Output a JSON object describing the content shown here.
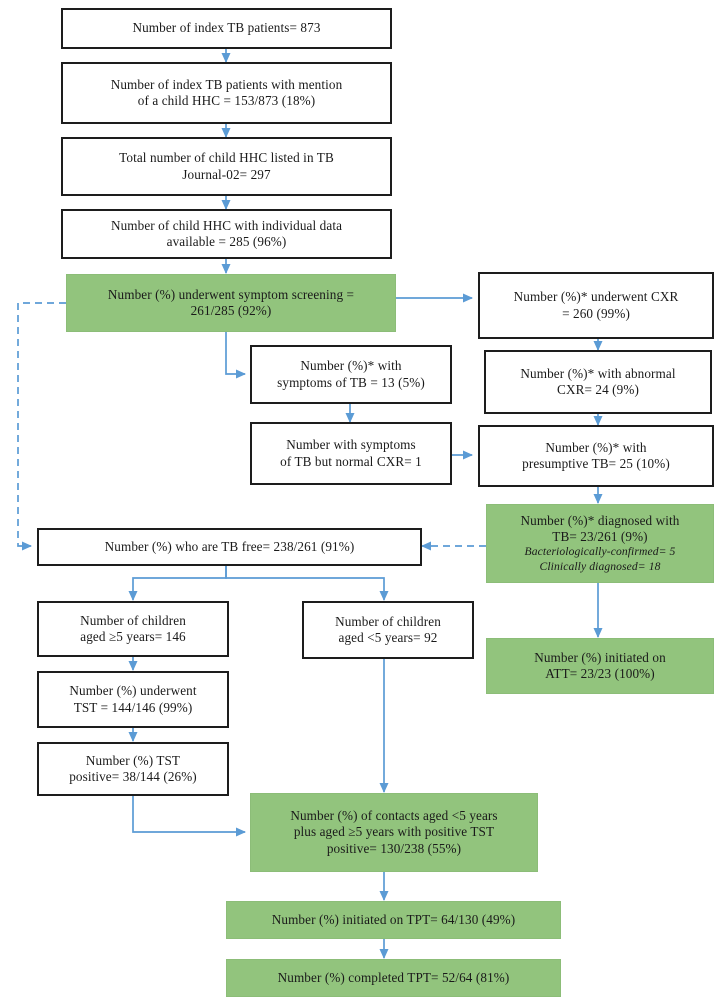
{
  "figure": {
    "type": "flowchart",
    "title": "Child household contact (HHC) TB screening and preventive therapy cascade",
    "colors": {
      "green_fill": "#92c47d",
      "white_fill": "#ffffff",
      "box_border": "#1d1d1d",
      "arrow": "#5b9bd5",
      "text": "#1a1a1a"
    }
  },
  "nodes": {
    "index_patients": {
      "lines": [
        "Number of index TB patients= 873"
      ],
      "style": "white"
    },
    "index_with_child_hhc": {
      "lines": [
        "Number of index TB patients with mention",
        "of a child HHC = 153/873 (18%)"
      ],
      "style": "white"
    },
    "total_child_hhc_listed": {
      "lines": [
        "Total number of child HHC listed in TB",
        "Journal-02= 297"
      ],
      "style": "white"
    },
    "child_hhc_individual_data": {
      "lines": [
        "Number of child HHC with individual data",
        "available = 285 (96%)"
      ],
      "style": "white"
    },
    "symptom_screening": {
      "lines": [
        "Number (%) underwent symptom screening =",
        "261/285 (92%)"
      ],
      "style": "green"
    },
    "underwent_cxr": {
      "lines": [
        "Number (%)* underwent CXR",
        "= 260 (99%)"
      ],
      "style": "white"
    },
    "symptoms_of_tb": {
      "lines": [
        "Number (%)* with",
        "symptoms of TB = 13 (5%)"
      ],
      "style": "white"
    },
    "abnormal_cxr": {
      "lines": [
        "Number (%)* with abnormal",
        "CXR= 24 (9%)"
      ],
      "style": "white"
    },
    "symptoms_normal_cxr": {
      "lines": [
        "Number with symptoms",
        "of TB but normal CXR= 1"
      ],
      "style": "white"
    },
    "presumptive_tb": {
      "lines": [
        "Number (%)* with",
        "presumptive TB= 25 (10%)"
      ],
      "style": "white"
    },
    "diagnosed_tb": {
      "lines": [
        "Number (%)* diagnosed with",
        "TB= 23/261 (9%)"
      ],
      "sublines": [
        "Bacteriologically-confirmed= 5",
        "Clinically diagnosed= 18"
      ],
      "style": "green"
    },
    "tb_free": {
      "lines": [
        "Number (%) who are TB free= 238/261 (91%)"
      ],
      "style": "white"
    },
    "initiated_att": {
      "lines": [
        "Number (%) initiated on",
        "ATT= 23/23 (100%)"
      ],
      "style": "green"
    },
    "children_ge5": {
      "lines": [
        "Number of children",
        "aged ≥5 years= 146"
      ],
      "style": "white"
    },
    "children_lt5": {
      "lines": [
        "Number of children",
        "aged <5 years= 92"
      ],
      "style": "white"
    },
    "underwent_tst": {
      "lines": [
        "Number (%) underwent",
        "TST = 144/146 (99%)"
      ],
      "style": "white"
    },
    "tst_positive": {
      "lines": [
        "Number (%) TST",
        "positive= 38/144 (26%)"
      ],
      "style": "white"
    },
    "contacts_eligible_tpt": {
      "lines": [
        "Number (%) of contacts aged <5 years",
        "plus aged ≥5 years with positive TST",
        "positive= 130/238 (55%)"
      ],
      "style": "green"
    },
    "initiated_tpt": {
      "lines": [
        "Number (%) initiated on TPT= 64/130 (49%)"
      ],
      "style": "green"
    },
    "completed_tpt": {
      "lines": [
        "Number (%) completed TPT= 52/64 (81%)"
      ],
      "style": "green"
    }
  },
  "chart_data": {
    "type": "flowchart",
    "title": "Child household contact (HHC) TB screening and preventive therapy cascade",
    "cascade_steps": [
      {
        "id": "index_patients",
        "label": "Number of index TB patients",
        "value": 873
      },
      {
        "id": "index_with_child_hhc",
        "label": "Index TB patients with mention of a child HHC",
        "numerator": 153,
        "denominator": 873,
        "percent": 18
      },
      {
        "id": "total_child_hhc_listed",
        "label": "Total child HHC listed in TB Journal-02",
        "value": 297
      },
      {
        "id": "child_hhc_individual_data",
        "label": "Child HHC with individual data available",
        "value": 285,
        "percent": 96
      },
      {
        "id": "symptom_screening",
        "label": "Underwent symptom screening",
        "numerator": 261,
        "denominator": 285,
        "percent": 92
      },
      {
        "id": "underwent_cxr",
        "label": "Underwent CXR",
        "value": 260,
        "percent": 99
      },
      {
        "id": "symptoms_of_tb",
        "label": "With symptoms of TB",
        "value": 13,
        "percent": 5
      },
      {
        "id": "abnormal_cxr",
        "label": "With abnormal CXR",
        "value": 24,
        "percent": 9
      },
      {
        "id": "symptoms_normal_cxr",
        "label": "With symptoms of TB but normal CXR",
        "value": 1
      },
      {
        "id": "presumptive_tb",
        "label": "With presumptive TB",
        "value": 25,
        "percent": 10
      },
      {
        "id": "diagnosed_tb",
        "label": "Diagnosed with TB",
        "numerator": 23,
        "denominator": 261,
        "percent": 9,
        "bacteriologically_confirmed": 5,
        "clinically_diagnosed": 18
      },
      {
        "id": "initiated_att",
        "label": "Initiated on ATT",
        "numerator": 23,
        "denominator": 23,
        "percent": 100
      },
      {
        "id": "tb_free",
        "label": "TB free",
        "numerator": 238,
        "denominator": 261,
        "percent": 91
      },
      {
        "id": "children_ge5",
        "label": "Children aged ≥5 years",
        "value": 146
      },
      {
        "id": "children_lt5",
        "label": "Children aged <5 years",
        "value": 92
      },
      {
        "id": "underwent_tst",
        "label": "Underwent TST",
        "numerator": 144,
        "denominator": 146,
        "percent": 99
      },
      {
        "id": "tst_positive",
        "label": "TST positive",
        "numerator": 38,
        "denominator": 144,
        "percent": 26
      },
      {
        "id": "contacts_eligible_tpt",
        "label": "Contacts aged <5 years plus aged ≥5 years with positive TST",
        "numerator": 130,
        "denominator": 238,
        "percent": 55
      },
      {
        "id": "initiated_tpt",
        "label": "Initiated on TPT",
        "numerator": 64,
        "denominator": 130,
        "percent": 49
      },
      {
        "id": "completed_tpt",
        "label": "Completed TPT",
        "numerator": 52,
        "denominator": 64,
        "percent": 81
      }
    ],
    "edges": [
      {
        "from": "index_patients",
        "to": "index_with_child_hhc",
        "style": "solid"
      },
      {
        "from": "index_with_child_hhc",
        "to": "total_child_hhc_listed",
        "style": "solid"
      },
      {
        "from": "total_child_hhc_listed",
        "to": "child_hhc_individual_data",
        "style": "solid"
      },
      {
        "from": "child_hhc_individual_data",
        "to": "symptom_screening",
        "style": "solid"
      },
      {
        "from": "symptom_screening",
        "to": "underwent_cxr",
        "style": "solid"
      },
      {
        "from": "symptom_screening",
        "to": "symptoms_of_tb",
        "style": "solid"
      },
      {
        "from": "symptom_screening",
        "to": "tb_free",
        "style": "dashed"
      },
      {
        "from": "underwent_cxr",
        "to": "abnormal_cxr",
        "style": "solid"
      },
      {
        "from": "symptoms_of_tb",
        "to": "symptoms_normal_cxr",
        "style": "solid"
      },
      {
        "from": "abnormal_cxr",
        "to": "presumptive_tb",
        "style": "solid"
      },
      {
        "from": "symptoms_normal_cxr",
        "to": "presumptive_tb",
        "style": "solid"
      },
      {
        "from": "presumptive_tb",
        "to": "diagnosed_tb",
        "style": "solid"
      },
      {
        "from": "diagnosed_tb",
        "to": "tb_free",
        "style": "dashed"
      },
      {
        "from": "diagnosed_tb",
        "to": "initiated_att",
        "style": "solid"
      },
      {
        "from": "tb_free",
        "to": "children_ge5",
        "style": "solid"
      },
      {
        "from": "tb_free",
        "to": "children_lt5",
        "style": "solid"
      },
      {
        "from": "children_ge5",
        "to": "underwent_tst",
        "style": "solid"
      },
      {
        "from": "underwent_tst",
        "to": "tst_positive",
        "style": "solid"
      },
      {
        "from": "tst_positive",
        "to": "contacts_eligible_tpt",
        "style": "solid"
      },
      {
        "from": "children_lt5",
        "to": "contacts_eligible_tpt",
        "style": "solid"
      },
      {
        "from": "contacts_eligible_tpt",
        "to": "initiated_tpt",
        "style": "solid"
      },
      {
        "from": "initiated_tpt",
        "to": "completed_tpt",
        "style": "solid"
      }
    ]
  }
}
